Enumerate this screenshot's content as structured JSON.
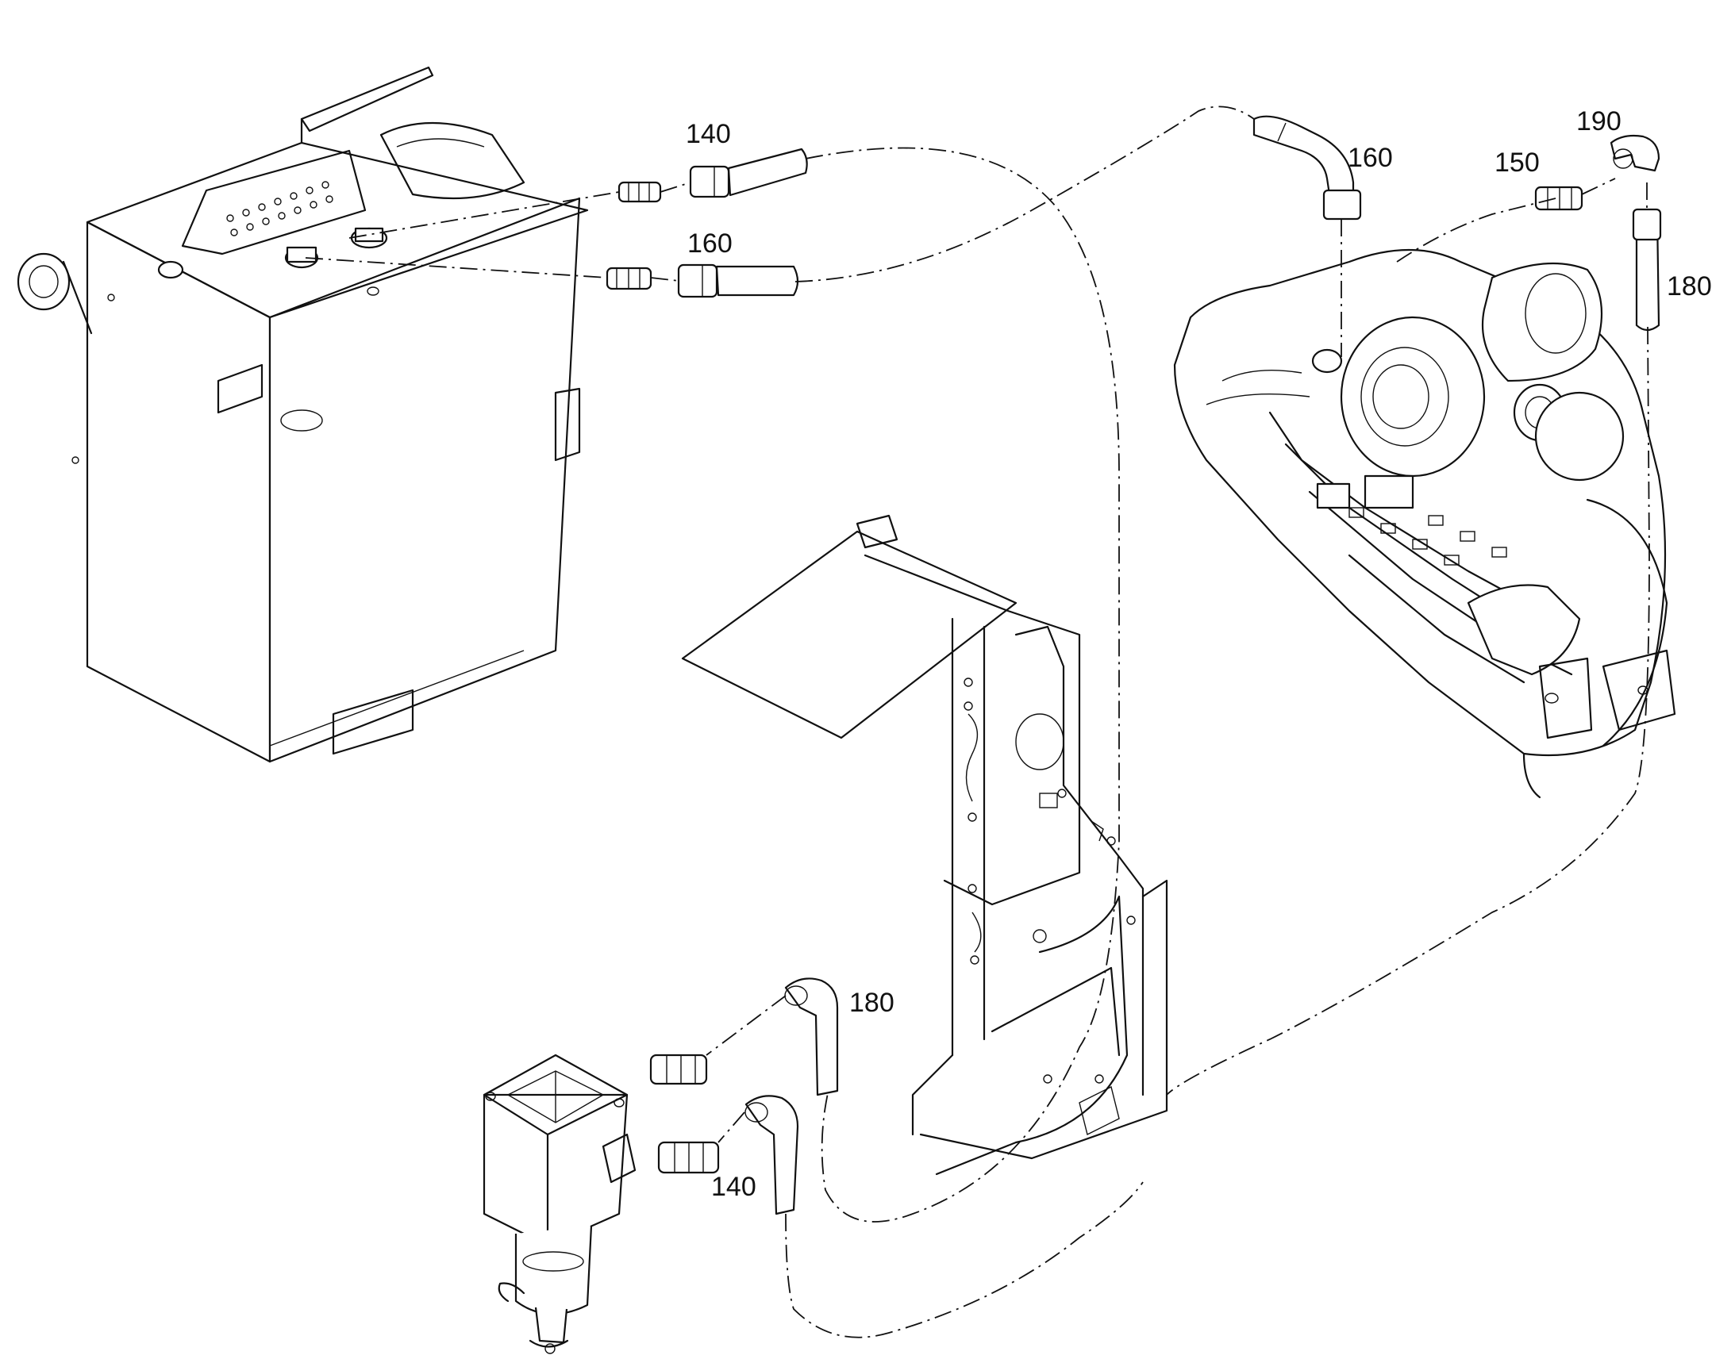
{
  "callouts": {
    "c140_top": "140",
    "c160_left": "160",
    "c160_right": "160",
    "c150": "150",
    "c190": "190",
    "c180_right": "180",
    "c180_bottom": "180",
    "c140_bottom": "140"
  }
}
